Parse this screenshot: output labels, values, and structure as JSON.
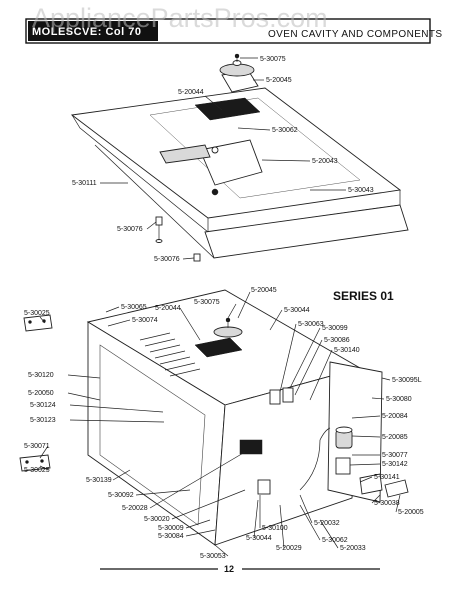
{
  "header": {
    "model_title": "MOLESCVE: Col 70",
    "section_title": "OVEN CAVITY AND COMPONENTS"
  },
  "watermark": "AppliancePartsPros.com",
  "series_label": "SERIES 01",
  "page_number": "12",
  "top_callouts": [
    {
      "id": "t1",
      "text": "5-30075"
    },
    {
      "id": "t2",
      "text": "5-20045"
    },
    {
      "id": "t3",
      "text": "5-20044"
    },
    {
      "id": "t4",
      "text": "5-30062"
    },
    {
      "id": "t5",
      "text": "5-20043"
    },
    {
      "id": "t6",
      "text": "5-30111"
    },
    {
      "id": "t7",
      "text": "5-30043"
    },
    {
      "id": "t8",
      "text": "5-30076"
    },
    {
      "id": "t9",
      "text": "5-30076"
    }
  ],
  "bottom_callouts": [
    {
      "id": "b1",
      "text": "5-20045"
    },
    {
      "id": "b2",
      "text": "5-30065"
    },
    {
      "id": "b3",
      "text": "5-20044"
    },
    {
      "id": "b4",
      "text": "5-30075"
    },
    {
      "id": "b5",
      "text": "5-30044"
    },
    {
      "id": "b6",
      "text": "5-30025"
    },
    {
      "id": "b7",
      "text": "5-30074"
    },
    {
      "id": "b8",
      "text": "5-30063"
    },
    {
      "id": "b9",
      "text": "5-30099"
    },
    {
      "id": "b10",
      "text": "5-30086"
    },
    {
      "id": "b11",
      "text": "5-30140"
    },
    {
      "id": "b12",
      "text": "5-30120"
    },
    {
      "id": "b13",
      "text": "5-30095L"
    },
    {
      "id": "b14",
      "text": "5-20050"
    },
    {
      "id": "b15",
      "text": "5-30080"
    },
    {
      "id": "b16",
      "text": "5-30124"
    },
    {
      "id": "b17",
      "text": "5-20084"
    },
    {
      "id": "b18",
      "text": "5-30123"
    },
    {
      "id": "b19",
      "text": "5-20085"
    },
    {
      "id": "b20",
      "text": "5-30071"
    },
    {
      "id": "b21",
      "text": "5-30077"
    },
    {
      "id": "b22",
      "text": "5-30142"
    },
    {
      "id": "b23",
      "text": "5-30025"
    },
    {
      "id": "b24",
      "text": "5-30139"
    },
    {
      "id": "b25",
      "text": "5-30141"
    },
    {
      "id": "b26",
      "text": "5-30038"
    },
    {
      "id": "b27",
      "text": "5-30092"
    },
    {
      "id": "b28",
      "text": "5-20005"
    },
    {
      "id": "b29",
      "text": "5-20028"
    },
    {
      "id": "b30",
      "text": "5-30020"
    },
    {
      "id": "b31",
      "text": "5-20032"
    },
    {
      "id": "b32",
      "text": "5-30009"
    },
    {
      "id": "b33",
      "text": "5-30100"
    },
    {
      "id": "b34",
      "text": "5-30084"
    },
    {
      "id": "b35",
      "text": "5-30044"
    },
    {
      "id": "b36",
      "text": "5-30062"
    },
    {
      "id": "b37",
      "text": "5-20029"
    },
    {
      "id": "b38",
      "text": "5-20033"
    },
    {
      "id": "b39",
      "text": "5-30053"
    }
  ]
}
